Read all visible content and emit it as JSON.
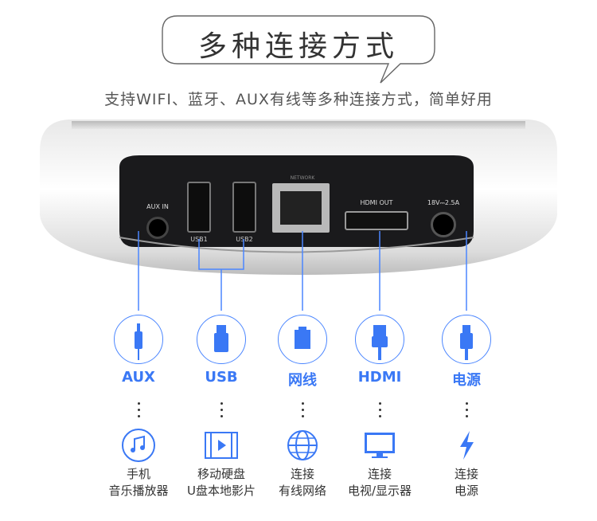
{
  "header": {
    "title": "多种连接方式",
    "subtitle": "支持WIFI、蓝牙、AUX有线等多种连接方式，简单好用"
  },
  "ports": {
    "aux_in": "AUX IN",
    "usb1": "USB1",
    "usb2": "USB2",
    "network": "NETWORK",
    "hdmi_out": "HDMI OUT",
    "power": "18V⎓2.5A"
  },
  "connections": [
    {
      "label": "AUX",
      "icon": "aux-plug-icon",
      "sub_icon": "music-note-icon",
      "desc_line1": "手机",
      "desc_line2": "音乐播放器"
    },
    {
      "label": "USB",
      "icon": "usb-drive-icon",
      "sub_icon": "film-play-icon",
      "desc_line1": "移动硬盘",
      "desc_line2": "U盘本地影片"
    },
    {
      "label": "网线",
      "icon": "ethernet-icon",
      "sub_icon": "globe-icon",
      "desc_line1": "连接",
      "desc_line2": "有线网络"
    },
    {
      "label": "HDMI",
      "icon": "hdmi-plug-icon",
      "sub_icon": "tv-monitor-icon",
      "desc_line1": "连接",
      "desc_line2": "电视/显示器"
    },
    {
      "label": "电源",
      "icon": "power-plug-icon",
      "sub_icon": "lightning-icon",
      "desc_line1": "连接",
      "desc_line2": "电源"
    }
  ],
  "colors": {
    "accent": "#3a78f5",
    "line": "#4b86ff",
    "panel": "#1c1c1e"
  }
}
